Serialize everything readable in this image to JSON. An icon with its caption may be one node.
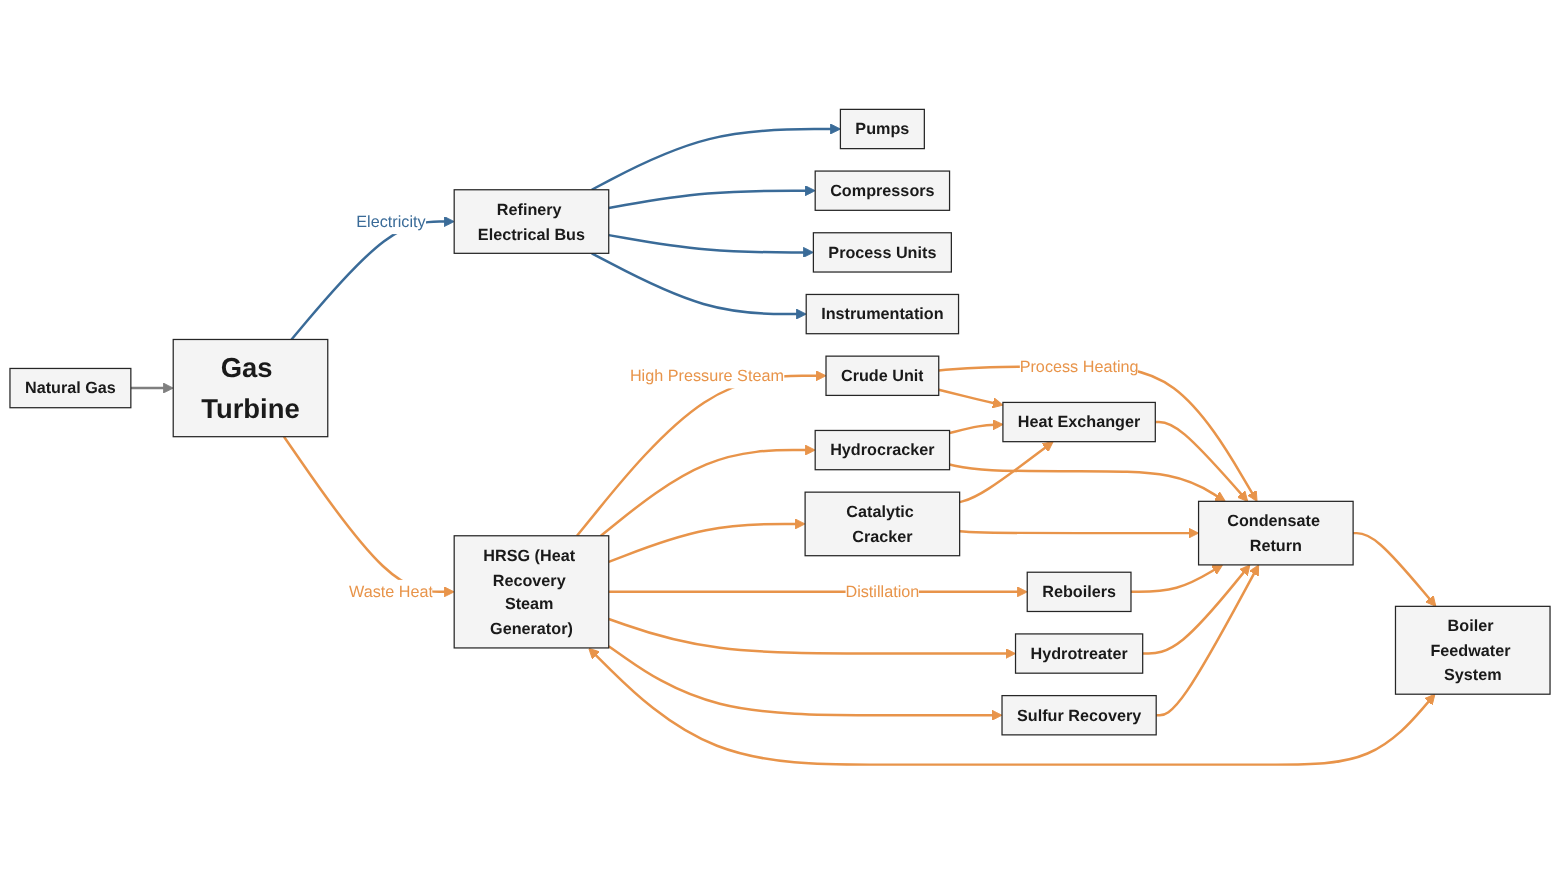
{
  "diagram": {
    "nodes": [
      {
        "text": [
          "Natural Gas"
        ]
      },
      {
        "text": [
          "Gas Turbine"
        ]
      },
      {
        "text": [
          "Refinery Electrical Bus"
        ]
      },
      {
        "text": [
          "Pumps"
        ]
      },
      {
        "text": [
          "Compressors"
        ]
      },
      {
        "text": [
          "Process Units"
        ]
      },
      {
        "text": [
          "Instrumentation"
        ]
      },
      {
        "text": [
          "HRSG (Heat Recovery Steam Generator)"
        ]
      },
      {
        "text": [
          "Crude Unit"
        ]
      },
      {
        "text": [
          "Hydrocracker"
        ]
      },
      {
        "text": [
          "Heat Exchanger"
        ]
      },
      {
        "text": [
          "Catalytic Cracker"
        ]
      },
      {
        "text": [
          "Reboilers"
        ]
      },
      {
        "text": [
          "Hydrotreater"
        ]
      },
      {
        "text": [
          "Sulfur Recovery"
        ]
      },
      {
        "text": [
          "Condensate Return"
        ]
      },
      {
        "text": [
          "Boiler Feedwater System"
        ]
      }
    ],
    "edges": [
      {
        "from": 0,
        "to": 1,
        "arrow": "to",
        "color": "#7f7f7f"
      },
      {
        "from": 1,
        "to": 2,
        "arrow": "to",
        "label": "Electricity",
        "color": "#3a6b98"
      },
      {
        "from": 1,
        "to": 7,
        "arrow": "to",
        "label": "Waste Heat"
      },
      {
        "from": 2,
        "to": 3,
        "arrow": "to",
        "color": "#3a6b98"
      },
      {
        "from": 2,
        "to": 4,
        "arrow": "to",
        "color": "#3a6b98"
      },
      {
        "from": 2,
        "to": 5,
        "arrow": "to",
        "color": "#3a6b98"
      },
      {
        "from": 2,
        "to": 6,
        "arrow": "to",
        "color": "#3a6b98"
      },
      {
        "from": 7,
        "to": 8,
        "arrow": "to",
        "label": "High Pressure Steam"
      },
      {
        "from": 7,
        "to": 9,
        "arrow": "to"
      },
      {
        "from": 7,
        "to": 11,
        "arrow": "to"
      },
      {
        "from": 7,
        "to": 12,
        "arrow": "to",
        "label": "Distillation"
      },
      {
        "from": 7,
        "to": 13,
        "arrow": "to"
      },
      {
        "from": 7,
        "to": 14,
        "arrow": "to"
      },
      {
        "from": 8,
        "to": 15,
        "arrow": "to",
        "label": "Process Heating"
      },
      {
        "from": 8,
        "to": 10,
        "arrow": "to"
      },
      {
        "from": 9,
        "to": 10,
        "arrow": "to"
      },
      {
        "from": 9,
        "to": 15,
        "arrow": "to"
      },
      {
        "from": 11,
        "to": 10,
        "arrow": "to"
      },
      {
        "from": 11,
        "to": 15,
        "arrow": "to"
      },
      {
        "from": 10,
        "to": 15,
        "arrow": "to"
      },
      {
        "from": 12,
        "to": 15,
        "arrow": "to"
      },
      {
        "from": 13,
        "to": 15,
        "arrow": "to"
      },
      {
        "from": 14,
        "to": 15,
        "arrow": "to"
      },
      {
        "from": 15,
        "to": 16,
        "arrow": "to"
      },
      {
        "from": 7,
        "to": 16,
        "arrow": "both"
      }
    ]
  }
}
